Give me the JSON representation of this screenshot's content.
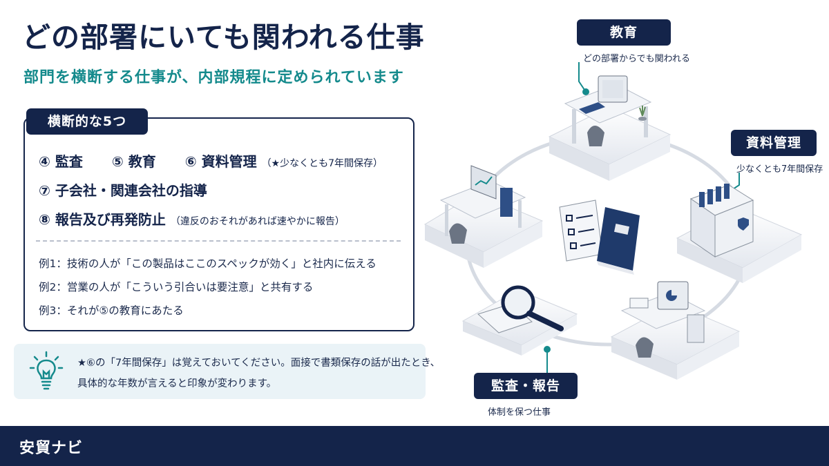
{
  "page": {
    "title": "どの部署にいても関われる仕事",
    "subtitle": "部門を横断する仕事が、内部規程に定められています"
  },
  "panel": {
    "tab_label": "横断的な5つ",
    "row1": {
      "item_a": "④ 監査",
      "item_b": "⑤ 教育",
      "item_c": "⑥ 資料管理",
      "item_c_note": "（★少なくとも7年間保存）"
    },
    "row2": {
      "item": "⑦ 子会社・関連会社の指導"
    },
    "row3": {
      "item": "⑧ 報告及び再発防止",
      "note": "（違反のおそれがあれば速やかに報告）"
    },
    "examples": [
      "例1：技術の人が「この製品はここのスペックが効く」と社内に伝える",
      "例2：営業の人が「こういう引合いは要注意」と共有する",
      "例3：それが⑤の教育にあたる"
    ]
  },
  "tip": {
    "icon": "lightbulb-icon",
    "line1": "★⑥の「7年間保存」は覚えておいてください。面接で書類保存の話が出たとき、",
    "line2": "具体的な年数が言えると印象が変わります。"
  },
  "diagram": {
    "education": {
      "label": "教育",
      "sub": "どの部署からでも関われる"
    },
    "records": {
      "label": "資料管理",
      "sub": "少なくとも7年間保存"
    },
    "audit": {
      "label": "監査・報告",
      "sub": "体制を保つ仕事"
    }
  },
  "footer": {
    "brand": "安貿ナビ"
  },
  "colors": {
    "navy": "#14244a",
    "teal": "#148a8c",
    "tip_bg": "#eaf3f7"
  }
}
